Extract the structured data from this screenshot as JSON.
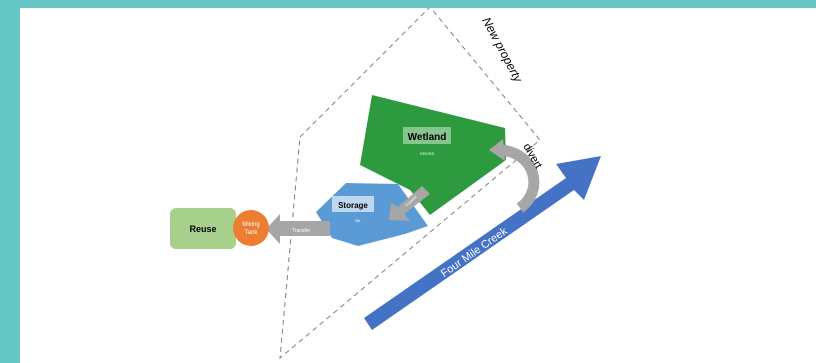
{
  "diagram": {
    "property_label": "New property",
    "wetland": {
      "title": "Wetland",
      "caption": "GROSS",
      "color": "#2e9a3f",
      "label_bg": "#86c58b"
    },
    "storage": {
      "title": "Storage",
      "caption": "ML",
      "color": "#5b9bd5",
      "label_bg": "#bdd7ee"
    },
    "reuse": {
      "title": "Reuse",
      "color": "#a8d08d"
    },
    "mixing_tank": {
      "line1": "Mixing",
      "line2": "Tank",
      "color": "#ed7d31"
    },
    "transfer_small": "Transfer",
    "transfer_bottom": "Transfer",
    "divert_label": "divert",
    "creek_label": "Four Mile Creek",
    "colors": {
      "frame": "#66c8c6",
      "arrow_grey": "#a6a6a6",
      "creek_blue": "#4472c4"
    }
  }
}
